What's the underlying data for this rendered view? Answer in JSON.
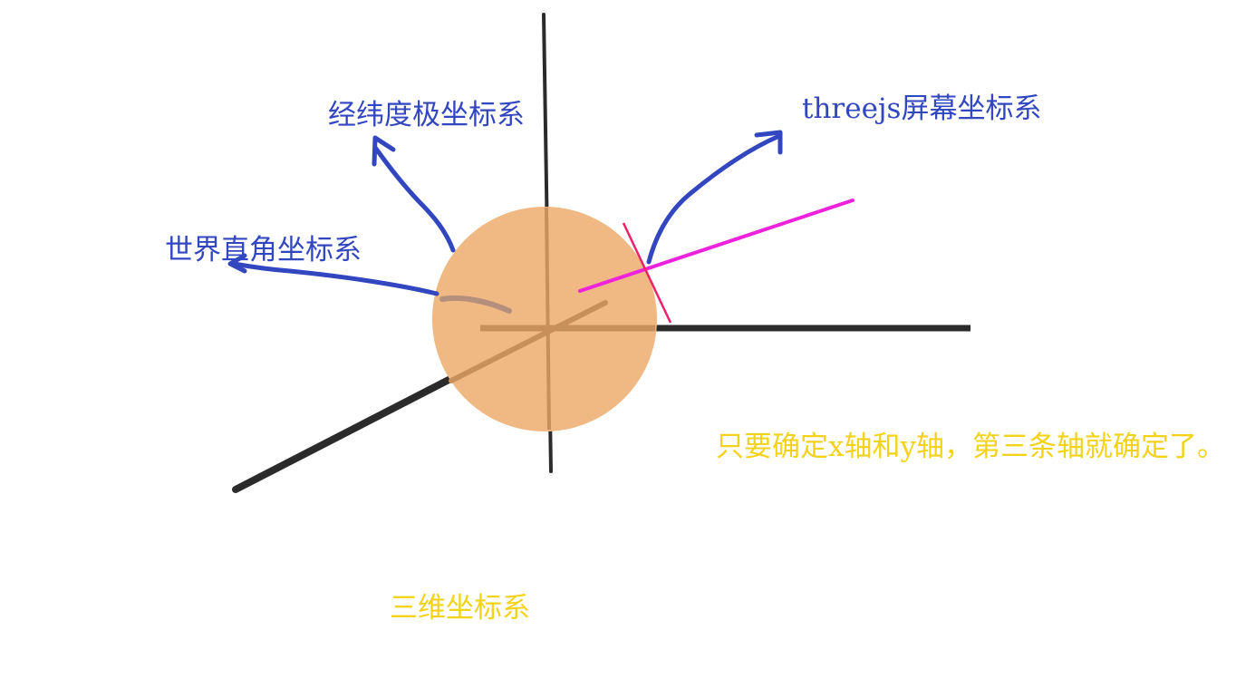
{
  "labels": {
    "lat_lon_polar": "经纬度极坐标系",
    "threejs_screen": "threejs屏幕坐标系",
    "world_cartesian": "世界直角坐标系",
    "note": "只要确定x轴和y轴，第三条轴就确定了。",
    "three_d": "三维坐标系"
  },
  "colors": {
    "axis": "#2b2b2b",
    "sphere": "#f0b882",
    "sphere_axis": "#c98f5a",
    "pink_line": "#ee22dd",
    "tangent_line": "#ee2266",
    "blue_annotation": "#3246c0",
    "yellow_text": "#f3d21a",
    "smudge": "#b58f7e"
  }
}
